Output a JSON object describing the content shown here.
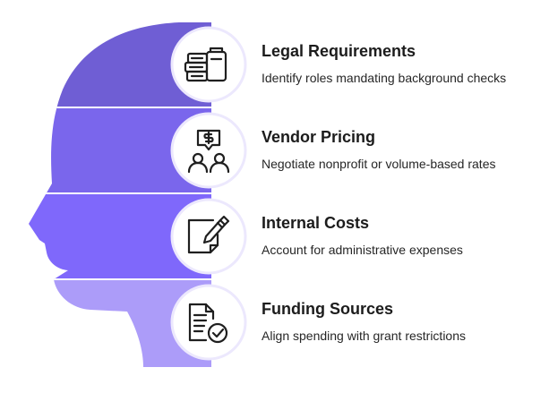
{
  "colors": {
    "band_1": "#6f5ed4",
    "band_2": "#7a66ec",
    "band_3": "#7f68fb",
    "band_4": "#ac9cf9",
    "circle_ring": "#ffffff",
    "circle_fill": "#ffffff",
    "icon_stroke": "#1f1f1f",
    "title_text": "#1c1c1c",
    "desc_text": "#262626"
  },
  "items": [
    {
      "title": "Legal Requirements",
      "description": "Identify roles mandating background checks",
      "icon": "stacked-documents-icon"
    },
    {
      "title": "Vendor Pricing",
      "description": "Negotiate nonprofit or volume-based rates",
      "icon": "price-negotiation-icon"
    },
    {
      "title": "Internal Costs",
      "description": "Account for administrative expenses",
      "icon": "pen-and-paper-icon"
    },
    {
      "title": "Funding Sources",
      "description": "Align spending with grant restrictions",
      "icon": "approved-document-icon"
    }
  ]
}
